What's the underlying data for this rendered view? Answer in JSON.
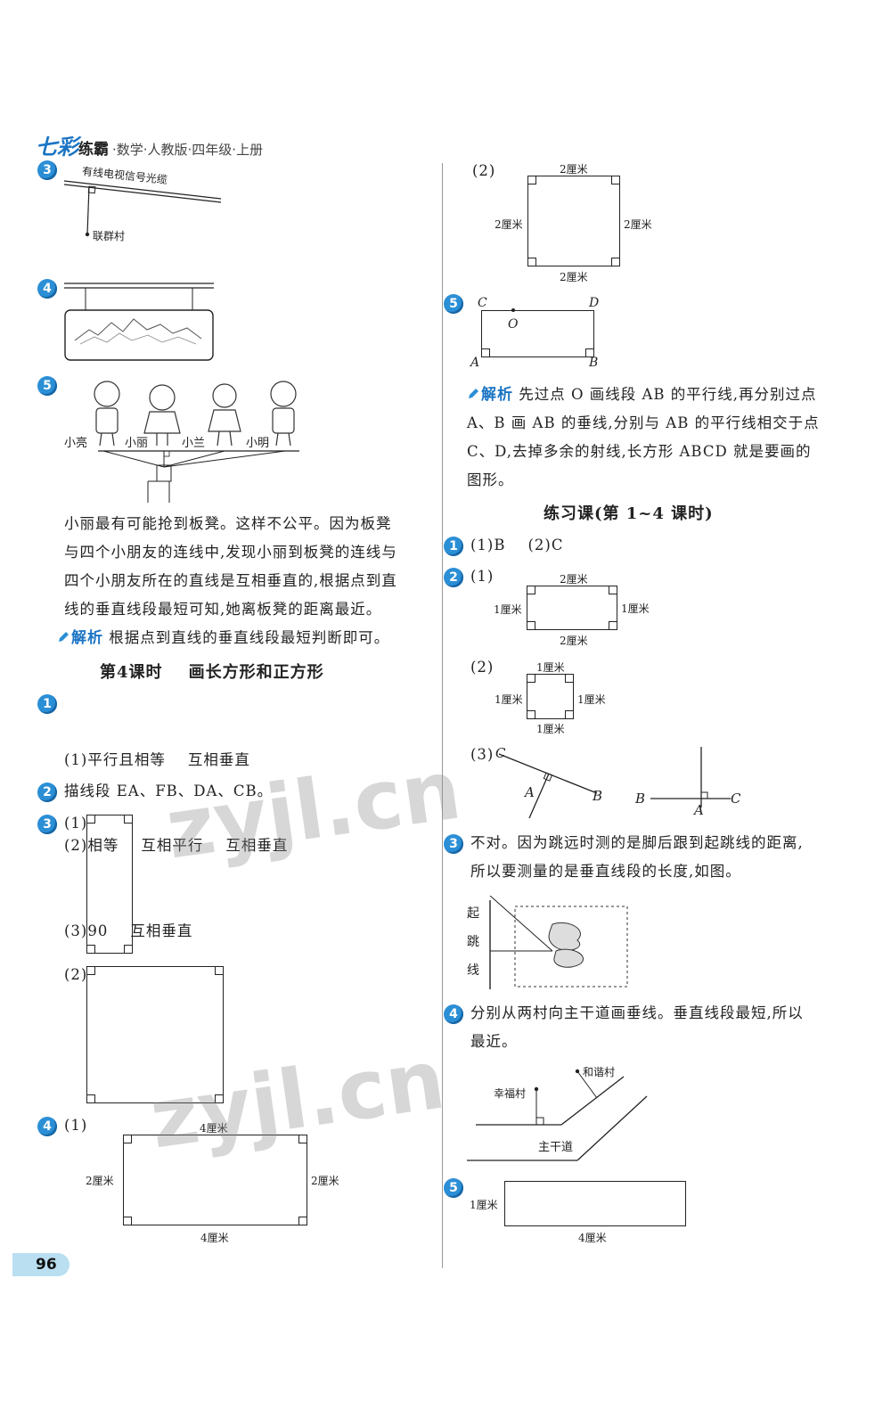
{
  "header": {
    "brand": "七彩",
    "brand2": "练霸",
    "subtitle": "·数学·人教版·四年级·上册"
  },
  "page_number": "96",
  "left": {
    "q3_label": "有线电视信号光缆",
    "q3_point": "联群村",
    "q5_names": [
      "小亮",
      "小丽",
      "小兰",
      "小明"
    ],
    "q5_answer": [
      "小丽最有可能抢到板凳。这样不公平。因为板凳",
      "与四个小朋友的连线中,发现小丽到板凳的连线与",
      "四个小朋友所在的直线是互相垂直的,根据点到直",
      "线的垂直线段最短可知,她离板凳的距离最近。"
    ],
    "analysis_label": "解析",
    "analysis_text": "根据点到直线的垂直线段最短判断即可。",
    "lesson_title": "第4课时    画长方形和正方形",
    "q1_lines": [
      "(1)平行且相等    互相垂直",
      "(2)相等    互相平行    互相垂直",
      "(3)90    互相垂直"
    ],
    "q2_text": "描线段 EA、FB、DA、CB。",
    "q3_sub1": "(1)",
    "q3_sub2": "(2)",
    "q4_sub1": "(1)",
    "q4_top": "4厘米",
    "q4_left": "2厘米",
    "q4_right": "2厘米",
    "q4_bottom": "4厘米"
  },
  "right": {
    "sq_sub": "(2)",
    "sq_top": "2厘米",
    "sq_left": "2厘米",
    "sq_right": "2厘米",
    "sq_bottom": "2厘米",
    "q5_C": "C",
    "q5_D": "D",
    "q5_O": "O",
    "q5_A": "A",
    "q5_B": "B",
    "analysis_label": "解析",
    "analysis_lines": [
      "先过点 O 画线段 AB 的平行线,再分别过点",
      "A、B 画 AB 的垂线,分别与 AB 的平行线相交于点",
      "C、D,去掉多余的射线,长方形 ABCD 就是要画的",
      "图形。"
    ],
    "practice_title": "练习课(第 1~4 课时)",
    "p1_text": "(1)B    (2)C",
    "p2_sub1": "(1)",
    "r1_top": "2厘米",
    "r1_left": "1厘米",
    "r1_right": "1厘米",
    "r1_bottom": "2厘米",
    "p2_sub2": "(2)",
    "r2_top": "1厘米",
    "r2_left": "1厘米",
    "r2_right": "1厘米",
    "r2_bottom": "1厘米",
    "p2_sub3": "(3)",
    "p3_C": "C",
    "p3_A": "A",
    "p3_B": "B",
    "p3_B2": "B",
    "p3_A2": "A",
    "p3_C2": "C",
    "p3_lines": [
      "不对。因为跳远时测的是脚后跟到起跳线的距离,",
      "所以要测量的是垂直线段的长度,如图。"
    ],
    "jump_chars": [
      "起",
      "跳",
      "线"
    ],
    "p4_lines": [
      "分别从两村向主干道画垂线。垂直线段最短,所以",
      "最近。"
    ],
    "village1": "幸福村",
    "village2": "和谐村",
    "road": "主干道",
    "p5_left": "1厘米",
    "p5_bottom": "4厘米"
  },
  "q_numbers": {
    "l3": "3",
    "l4": "4",
    "l5": "5",
    "l1": "1",
    "l2": "2",
    "l3b": "3",
    "l4b": "4",
    "r5": "5",
    "r1": "1",
    "r2": "2",
    "r3": "3",
    "r4": "4",
    "r5b": "5"
  },
  "watermarks": [
    "zyjl.cn",
    "zyjl.cn"
  ],
  "colors": {
    "accent": "#2b8fd6",
    "brand": "#1b74c4",
    "page_tab": "#b9dff1"
  }
}
